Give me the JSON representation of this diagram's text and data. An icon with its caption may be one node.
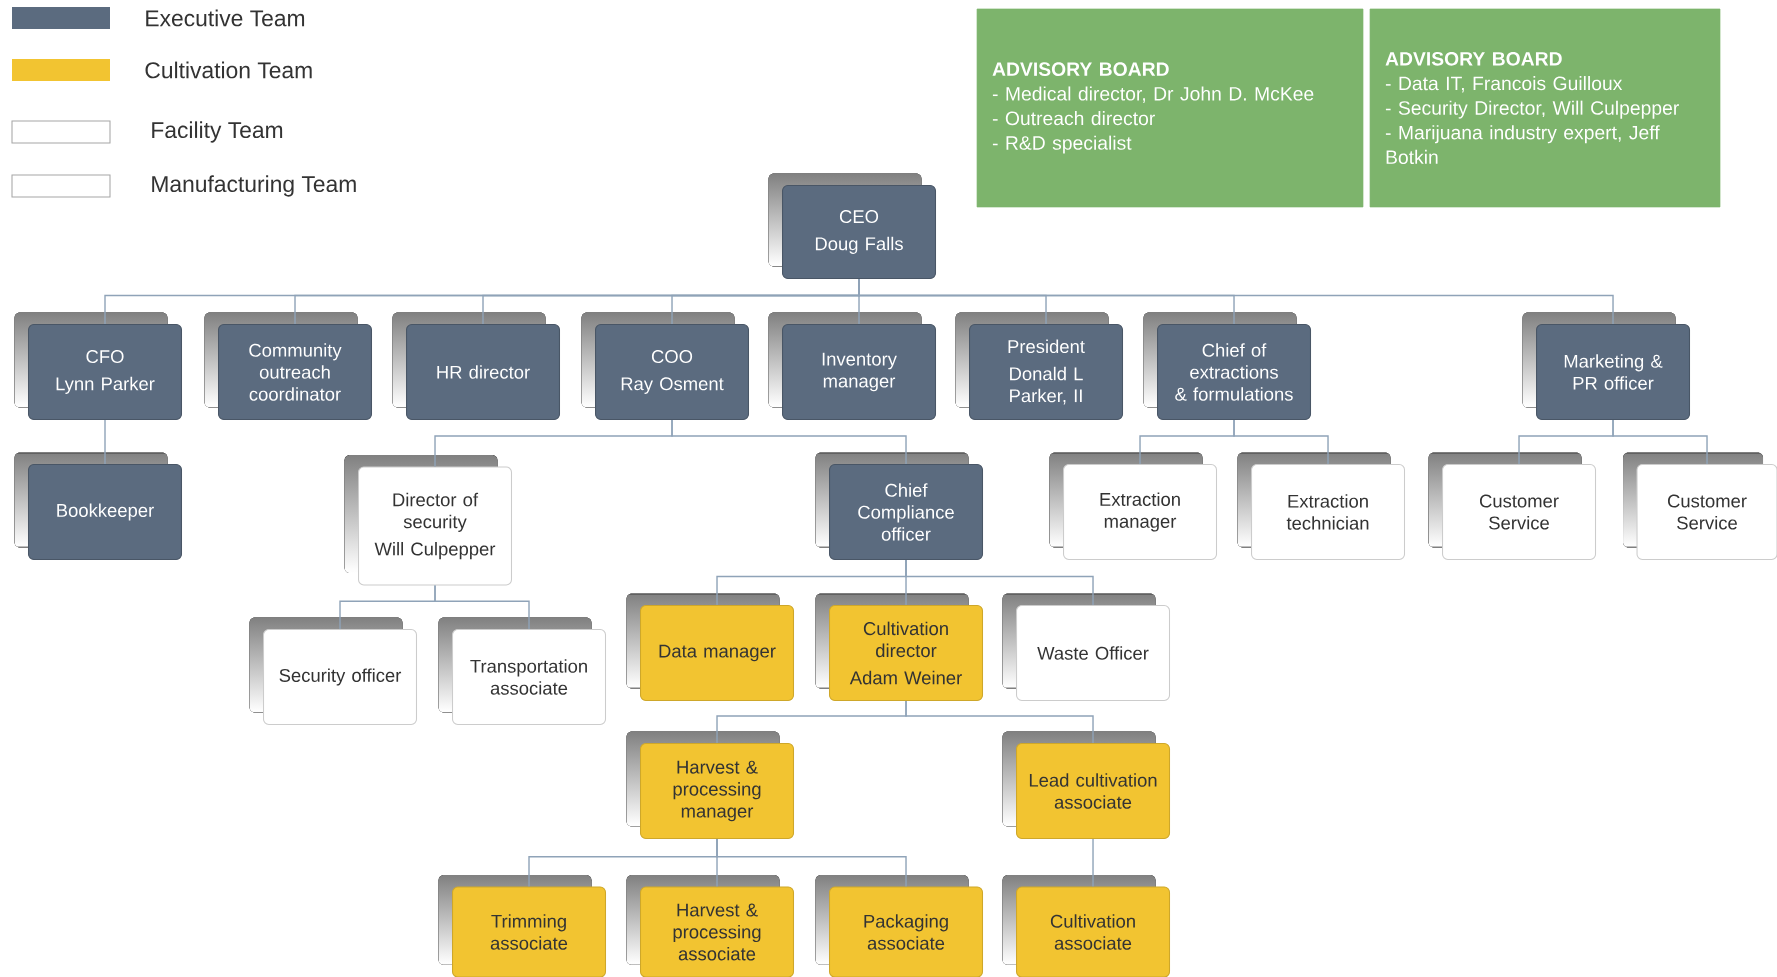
{
  "diagram": {
    "nodes": [
      {
        "text": [
          "ADVISORY BOARD",
          "- Medical director, Dr John D. McKee",
          "- Outreach director",
          "- R&D specialist"
        ]
      },
      {
        "text": [
          "ADVISORY BOARD",
          "- Data IT, Francois Guilloux",
          "- Security Director, Will Culpepper",
          "- Marijuana industry expert, Jeff Botkin"
        ]
      },
      {
        "text": [
          "CEO",
          "Doug Falls"
        ]
      },
      {
        "text": [
          "CFO",
          "Lynn Parker"
        ]
      },
      {
        "text": [
          "Community outreach coordinator"
        ]
      },
      {
        "text": [
          "HR director"
        ]
      },
      {
        "text": [
          "COO",
          "Ray Osment"
        ]
      },
      {
        "text": [
          "Inventory manager"
        ]
      },
      {
        "text": [
          "President",
          "Donald L Parker, II"
        ]
      },
      {
        "text": [
          "Chief of extractions & formulations"
        ]
      },
      {
        "text": [
          "Marketing & PR officer"
        ]
      },
      {
        "text": [
          "Bookkeeper"
        ]
      },
      {
        "text": [
          "Director of security",
          "Will Culpepper"
        ]
      },
      {
        "text": [
          "Chief Compliance officer"
        ]
      },
      {
        "text": [
          "Extraction manager"
        ]
      },
      {
        "text": [
          "Extraction technician"
        ]
      },
      {
        "text": [
          "Customer Service"
        ]
      },
      {
        "text": [
          "Customer Service"
        ]
      },
      {
        "text": [
          "Security officer"
        ]
      },
      {
        "text": [
          "Transportation associate"
        ]
      },
      {
        "text": [
          "Data manager"
        ]
      },
      {
        "text": [
          "Cultivation director",
          "Adam Weiner"
        ]
      },
      {
        "text": [
          "Waste Officer"
        ]
      },
      {
        "text": [
          "Harvest & processing manager"
        ]
      },
      {
        "text": [
          "Lead cultivation associate"
        ]
      },
      {
        "text": [
          "Trimming associate"
        ]
      },
      {
        "text": [
          "Harvest & processing associate"
        ]
      },
      {
        "text": [
          "Packaging associate"
        ]
      },
      {
        "text": [
          "Cultivation associate"
        ]
      }
    ],
    "edges": [
      {
        "from": 2,
        "to": 3,
        "arrow": "none"
      },
      {
        "from": 2,
        "to": 4,
        "arrow": "none"
      },
      {
        "from": 2,
        "to": 5,
        "arrow": "none"
      },
      {
        "from": 2,
        "to": 6,
        "arrow": "none"
      },
      {
        "from": 2,
        "to": 7,
        "arrow": "none"
      },
      {
        "from": 2,
        "to": 8,
        "arrow": "none"
      },
      {
        "from": 2,
        "to": 9,
        "arrow": "none"
      },
      {
        "from": 2,
        "to": 10,
        "arrow": "none"
      },
      {
        "from": 3,
        "to": 11,
        "arrow": "none"
      },
      {
        "from": 6,
        "to": 12,
        "arrow": "none"
      },
      {
        "from": 6,
        "to": 13,
        "arrow": "none"
      },
      {
        "from": 9,
        "to": 14,
        "arrow": "none"
      },
      {
        "from": 9,
        "to": 15,
        "arrow": "none"
      },
      {
        "from": 10,
        "to": 16,
        "arrow": "none"
      },
      {
        "from": 10,
        "to": 17,
        "arrow": "none"
      },
      {
        "from": 12,
        "to": 18,
        "arrow": "none"
      },
      {
        "from": 12,
        "to": 19,
        "arrow": "none"
      },
      {
        "from": 13,
        "to": 20,
        "arrow": "none"
      },
      {
        "from": 13,
        "to": 21,
        "arrow": "none"
      },
      {
        "from": 13,
        "to": 22,
        "arrow": "none"
      },
      {
        "from": 21,
        "to": 23,
        "arrow": "none"
      },
      {
        "from": 21,
        "to": 24,
        "arrow": "none"
      },
      {
        "from": 23,
        "to": 25,
        "arrow": "none"
      },
      {
        "from": 23,
        "to": 26,
        "arrow": "none"
      },
      {
        "from": 23,
        "to": 27,
        "arrow": "none"
      },
      {
        "from": 24,
        "to": 28,
        "arrow": "none"
      }
    ],
    "legend": [
      {
        "text": "Executive Team",
        "color": "#5b6b7f"
      },
      {
        "text": "Cultivation Team",
        "color": "#f2c431"
      },
      {
        "text": "Facility Team"
      },
      {
        "text": "Manufacturing Team"
      }
    ]
  }
}
